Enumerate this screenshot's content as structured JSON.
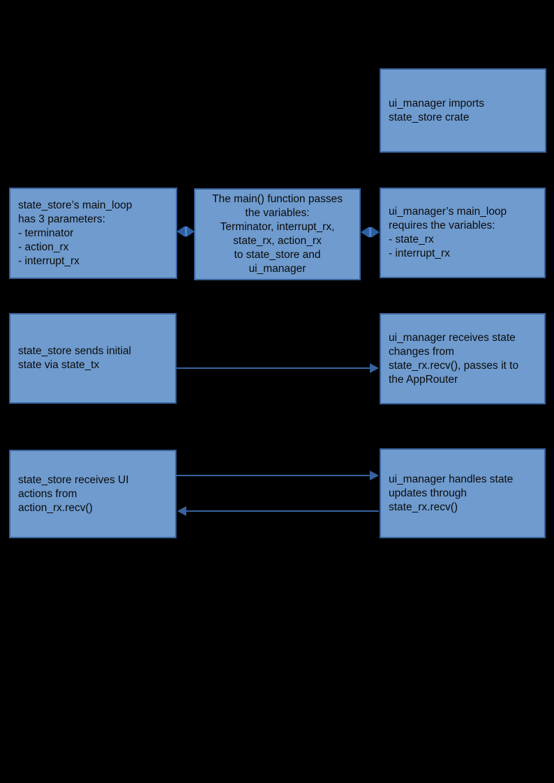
{
  "colors": {
    "background": "#000000",
    "box-fill": "#6f9bce",
    "box-border": "#3a639e",
    "text": "#0b0b0b",
    "arrow": "#38639f",
    "arrow-head": "#2e5f9e",
    "arrow-dash": "#4f83d4"
  },
  "nodes": {
    "ui_manager_imports": {
      "lines": [
        "ui_manager imports",
        "state_store crate"
      ]
    },
    "state_store_main_loop": {
      "lines": [
        "state_store’s main_loop",
        "has 3 parameters:",
        "- terminator",
        "- action_rx",
        "- interrupt_rx"
      ]
    },
    "main_function_passes": {
      "lines": [
        "The main() function passes",
        "the variables:",
        "Terminator, interrupt_rx,",
        "state_rx, action_rx",
        "to state_store and",
        "ui_manager"
      ]
    },
    "ui_manager_main_loop": {
      "lines": [
        "ui_manager’s main_loop",
        "requires the variables:",
        "- state_rx",
        "- interrupt_rx"
      ]
    },
    "state_store_sends_initial": {
      "lines": [
        "state_store sends initial",
        "state via state_tx"
      ]
    },
    "ui_manager_receives_state": {
      "lines": [
        "ui_manager receives state",
        "changes from",
        "state_rx.recv(), passes it to",
        "the AppRouter"
      ]
    },
    "state_store_receives_actions": {
      "lines": [
        "state_store receives UI",
        "actions from",
        "action_rx.recv()"
      ]
    },
    "ui_manager_handles_updates": {
      "lines": [
        "ui_manager handles state",
        "updates through",
        "state_rx.recv()"
      ]
    }
  },
  "connections": [
    {
      "name": "params-to-state-store",
      "from": "main_function_passes",
      "to": "state_store_main_loop",
      "style": "double-headed"
    },
    {
      "name": "params-to-ui-manager",
      "from": "main_function_passes",
      "to": "ui_manager_main_loop",
      "style": "double-headed"
    },
    {
      "name": "initial-state",
      "from": "state_store_sends_initial",
      "to": "ui_manager_receives_state",
      "style": "arrow-right"
    },
    {
      "name": "ui-actions-forward",
      "from": "state_store_receives_actions",
      "to": "ui_manager_handles_updates",
      "style": "arrow-right"
    },
    {
      "name": "state-updates-back",
      "from": "ui_manager_handles_updates",
      "to": "state_store_receives_actions",
      "style": "arrow-left"
    }
  ]
}
